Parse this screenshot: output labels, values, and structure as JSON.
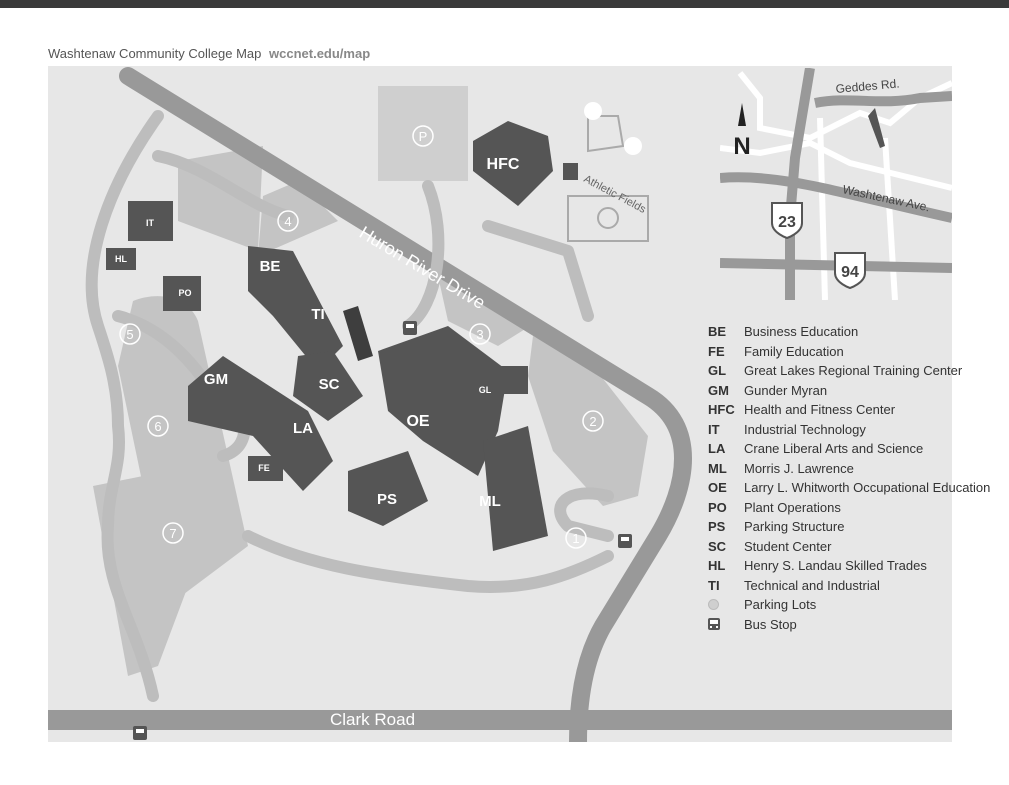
{
  "header": {
    "title": "Washtenaw Community College Map",
    "url": "wccnet.edu/map"
  },
  "colors": {
    "map_background": "#e7e7e7",
    "road": "#999999",
    "lot": "#c4c4c4",
    "building": "#555555",
    "label": "#ffffff"
  },
  "roads": {
    "huron_river_drive": "Huron River Drive",
    "clark_road": "Clark Road",
    "athletic_fields": "Athletic Fields"
  },
  "parking": {
    "p_label": "P",
    "lots": [
      "1",
      "2",
      "3",
      "4",
      "5",
      "6",
      "7"
    ]
  },
  "buildings": {
    "hfc": "HFC",
    "it": "IT",
    "hl": "HL",
    "po": "PO",
    "be": "BE",
    "ti": "TI",
    "gm": "GM",
    "sc": "SC",
    "la": "LA",
    "fe": "FE",
    "oe": "OE",
    "gl": "GL",
    "ps": "PS",
    "ml": "ML"
  },
  "inset": {
    "north": "N",
    "geddes": "Geddes Rd.",
    "washtenaw": "Washtenaw Ave.",
    "i23": "23",
    "i94": "94"
  },
  "legend": [
    {
      "code": "BE",
      "name": "Business Education"
    },
    {
      "code": "FE",
      "name": "Family Education"
    },
    {
      "code": "GL",
      "name": "Great Lakes Regional Training Center"
    },
    {
      "code": "GM",
      "name": "Gunder Myran"
    },
    {
      "code": "HFC",
      "name": "Health and Fitness Center"
    },
    {
      "code": "IT",
      "name": "Industrial Technology"
    },
    {
      "code": "LA",
      "name": "Crane Liberal Arts and Science"
    },
    {
      "code": "ML",
      "name": "Morris J. Lawrence"
    },
    {
      "code": "OE",
      "name": "Larry L. Whitworth Occupational Education"
    },
    {
      "code": "PO",
      "name": "Plant Operations"
    },
    {
      "code": "PS",
      "name": "Parking Structure"
    },
    {
      "code": "SC",
      "name": "Student Center"
    },
    {
      "code": "HL",
      "name": "Henry S. Landau Skilled Trades"
    },
    {
      "code": "TI",
      "name": "Technical and Industrial"
    }
  ],
  "legend_symbols": {
    "parking_lots": "Parking Lots",
    "bus_stop": "Bus Stop"
  }
}
